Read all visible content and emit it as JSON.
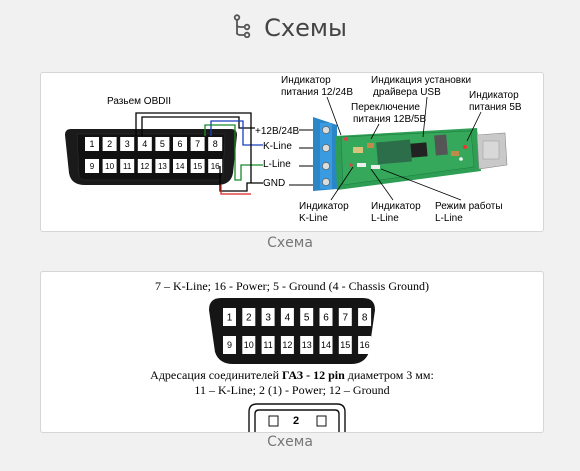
{
  "page": {
    "title": "Схемы",
    "title_icon": "sitemap-icon"
  },
  "diagram1": {
    "connector_label": "Разьем OBDII",
    "pins_top": [
      "1",
      "2",
      "3",
      "4",
      "5",
      "6",
      "7",
      "8"
    ],
    "pins_bottom": [
      "9",
      "10",
      "11",
      "12",
      "13",
      "14",
      "15",
      "16"
    ],
    "wire_labels": [
      "+12В/24В",
      "K-Line",
      "L-Line",
      "GND"
    ],
    "callouts": {
      "power_indicator": "Индикатор питания 12/24В",
      "driver_indicator": "Индикация установки драйвера USB",
      "switch": "Переключение питания 12В/5В",
      "power5_indicator": "Индикатор питания 5В",
      "kline_indicator": "Индикатор K-Line",
      "lline_indicator": "Индикатор L-Line",
      "lline_mode": "Режим работы L-Line"
    },
    "caption": "Схема"
  },
  "diagram2": {
    "line1": "7 – K-Line; 16 - Power; 5 - Ground (4 - Chassis Ground)",
    "pins_top": [
      "1",
      "2",
      "3",
      "4",
      "5",
      "6",
      "7",
      "8"
    ],
    "pins_bottom": [
      "9",
      "10",
      "11",
      "12",
      "13",
      "14",
      "15",
      "16"
    ],
    "line2_pre": "Адресация соединителей ",
    "line2_bold": "ГАЗ - 12 pin",
    "line2_post": " диаметром 3 мм:",
    "line3": "11 – K-Line; 2 (1) - Power; 12 – Ground",
    "gaz_pin": "2",
    "caption": "Схема"
  },
  "colors": {
    "background": "#f1f1f1",
    "card": "#ffffff",
    "pcb": "#2e9e55",
    "terminal": "#2a86c7"
  }
}
